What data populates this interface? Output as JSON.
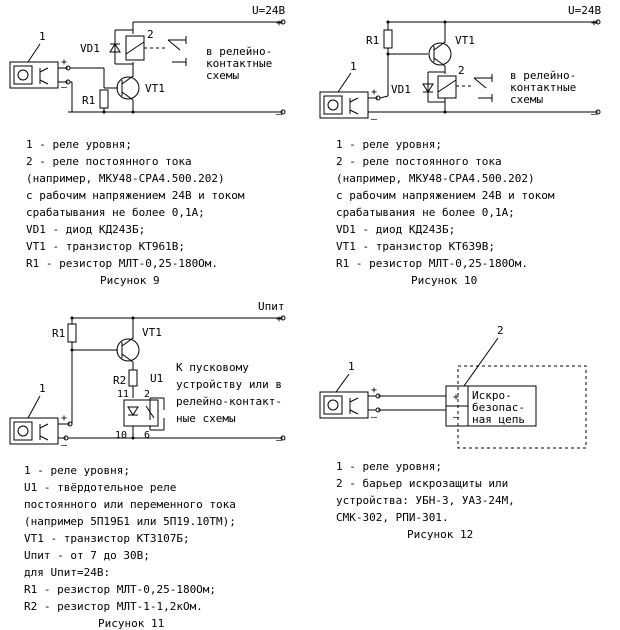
{
  "figures": [
    {
      "id": "fig9",
      "caption": "Рисунок 9",
      "voltage_label": "U=24В",
      "plus": "+",
      "minus": "–",
      "labels": {
        "sensor": "1",
        "relay": "2",
        "diode": "VD1",
        "transistor": "VT1",
        "resistor": "R1"
      },
      "output_text": [
        "в релейно-",
        "контактные",
        "схемы"
      ],
      "legend": [
        "1 - реле уровня;",
        "2 - реле постоянного тока",
        "(например, МКУ48-СРА4.500.202)",
        "с рабочим напряжением 24В и током",
        "срабатывания не более 0,1А;",
        "VD1 - диод КД243Б;",
        "VT1 - транзистор КТ961В;",
        "R1 - резистор МЛТ-0,25-180Ом."
      ]
    },
    {
      "id": "fig10",
      "caption": "Рисунок 10",
      "voltage_label": "U=24В",
      "plus": "+",
      "minus": "–",
      "labels": {
        "sensor": "1",
        "relay": "2",
        "diode": "VD1",
        "transistor": "VT1",
        "resistor": "R1"
      },
      "output_text": [
        "в релейно-",
        "контактные",
        "схемы"
      ],
      "legend": [
        "1 - реле уровня;",
        "2 - реле постоянного тока",
        "(например, МКУ48-СРА4.500.202)",
        "с рабочим напряжением 24В и током",
        "срабатывания не более 0,1А;",
        "VD1 - диод КД243Б;",
        "VT1 - транзистор КТ639В;",
        "R1 - резистор МЛТ-0,25-180Ом."
      ]
    },
    {
      "id": "fig11",
      "caption": "Рисунок 11",
      "voltage_label": "Uпит",
      "plus": "+",
      "minus": "–",
      "labels": {
        "sensor": "1",
        "transistor": "VT1",
        "resistor1": "R1",
        "resistor2": "R2",
        "ssr": "U1",
        "pin11": "11",
        "pin2": "2",
        "pin10": "10",
        "pin6": "6"
      },
      "output_text": [
        "К пусковому",
        "устройству или в",
        "релейно-контакт-",
        "ные схемы"
      ],
      "legend": [
        "1 - реле уровня;",
        "U1 - твёрдотельное реле",
        "постоянного или переменного тока",
        "(например 5П19Б1 или 5П19.10ТМ);",
        "VT1 - транзистор КТ3107Б;",
        "Uпит - от 7 до 30В;",
        "для Uпит=24В:",
        "R1 - резистор МЛТ-0,25-180Ом;",
        "R2 - резистор МЛТ-1-1,2кОм."
      ]
    },
    {
      "id": "fig12",
      "caption": "Рисунок 12",
      "plus": "+",
      "minus": "–",
      "labels": {
        "sensor": "1",
        "barrier": "2"
      },
      "barrier_text": [
        "Искро-",
        "безопас-",
        "ная цепь"
      ],
      "legend": [
        "1 - реле уровня;",
        "2 - барьер искрозащиты или",
        "устройства: УБН-3, УАЗ-24М,",
        "СМК-302, РПИ-301."
      ]
    }
  ]
}
